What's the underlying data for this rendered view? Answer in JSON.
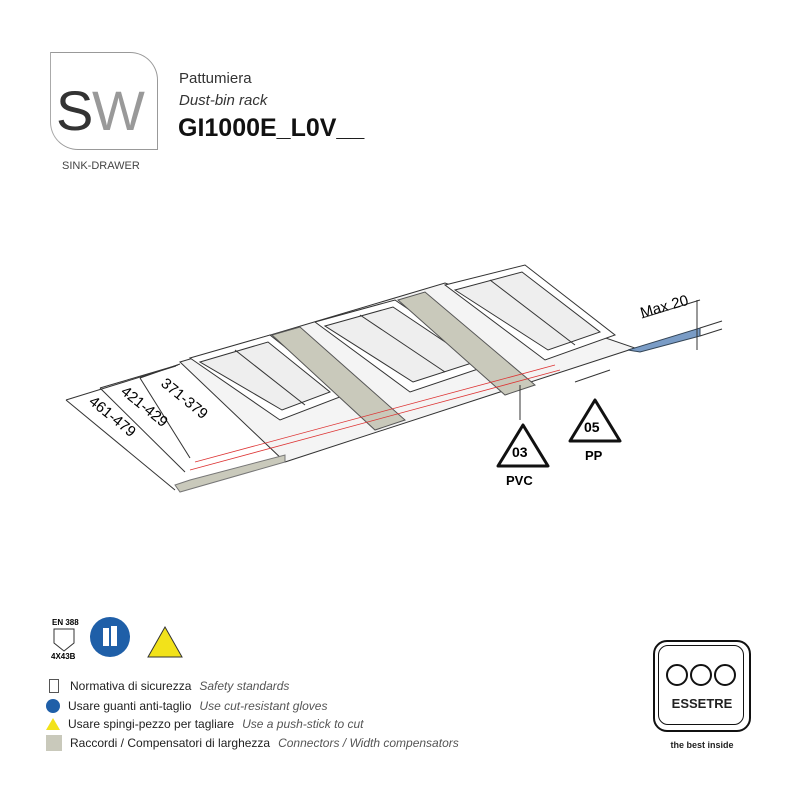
{
  "brand": {
    "logo_text_s": "S",
    "logo_text_w": "W",
    "subtitle": "SINK-DRAWER"
  },
  "header": {
    "title_it": "Pattumiera",
    "title_en": "Dust-bin rack",
    "code": "GI1000E_L0V__"
  },
  "drawing": {
    "dimensions": [
      "371-379",
      "421-429",
      "461-479"
    ],
    "max_label": "Max 20",
    "recycling": [
      {
        "code": "03",
        "material": "PVC"
      },
      {
        "code": "05",
        "material": "PP"
      }
    ]
  },
  "safety_icons": {
    "standard": "EN 388",
    "rating": "4X43B"
  },
  "legend": [
    {
      "icon": "en388-icon",
      "it": "Normativa di sicurezza",
      "en": "Safety standards"
    },
    {
      "icon": "gloves-icon",
      "it": "Usare guanti anti-taglio",
      "en": "Use cut-resistant gloves"
    },
    {
      "icon": "warning-triangle-icon",
      "it": "Usare spingi-pezzo per tagliare",
      "en": "Use a push-stick to cut"
    },
    {
      "icon": "swatch-icon",
      "it": "Raccordi / Compensatori di larghezza",
      "en": "Connectors / Width compensators"
    }
  ],
  "colors": {
    "blue": "#1f5fa8",
    "yellow": "#f2e21a",
    "swatch": "#c9c9bb",
    "red_line": "#d33"
  },
  "footer_logo": {
    "name": "ESSETRE",
    "tagline": "the best inside"
  }
}
